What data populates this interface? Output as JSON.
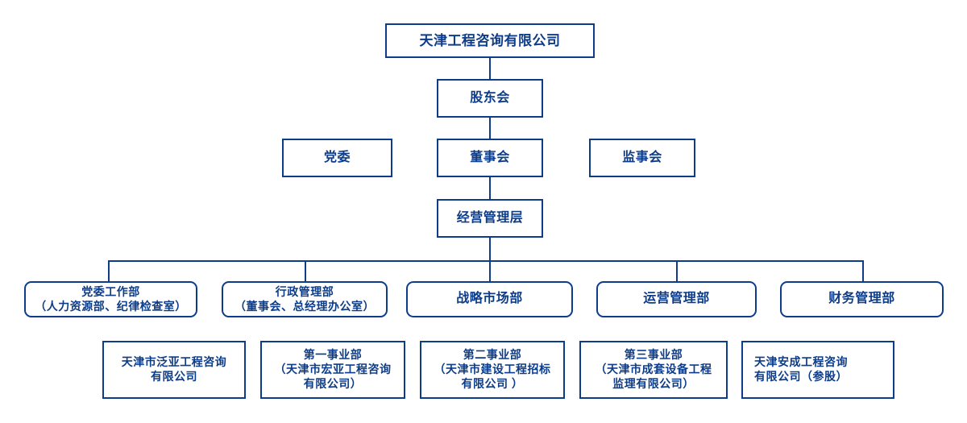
{
  "meta": {
    "title": "天津工程咨询有限公司 组织架构图",
    "accent_color": "#0d3c88",
    "background_color": "#ffffff"
  },
  "chart_data": {
    "type": "diagram",
    "diagram_kind": "org-chart",
    "title": "天津工程咨询有限公司组织结构图",
    "levels": [
      {
        "name": "company",
        "nodes": [
          "天津工程咨询有限公司"
        ]
      },
      {
        "name": "shareholders",
        "nodes": [
          "股东会"
        ]
      },
      {
        "name": "governance",
        "nodes": [
          "党委",
          "董事会",
          "监事会"
        ]
      },
      {
        "name": "management",
        "nodes": [
          "经营管理层"
        ]
      },
      {
        "name": "departments",
        "nodes": [
          "党委工作部（人力资源部、纪律检查室）",
          "行政管理部（董事会、总经理办公室）",
          "战略市场部",
          "运营管理部",
          "财务管理部"
        ]
      },
      {
        "name": "subsidiaries",
        "nodes": [
          "天津市泛亚工程咨询有限公司",
          "第一事业部（天津市宏亚工程咨询有限公司）",
          "第二事业部（天津市建设工程招标有限公司 ）",
          "第三事业部（天津市成套设备工程监理有限公司）",
          "天津安成工程咨询有限公司（参股）"
        ]
      }
    ],
    "edges": [
      [
        "天津工程咨询有限公司",
        "股东会"
      ],
      [
        "股东会",
        "董事会"
      ],
      [
        "董事会",
        "经营管理层"
      ],
      [
        "经营管理层",
        "党委工作部（人力资源部、纪律检查室）"
      ],
      [
        "经营管理层",
        "行政管理部（董事会、总经理办公室）"
      ],
      [
        "经营管理层",
        "战略市场部"
      ],
      [
        "经营管理层",
        "运营管理部"
      ],
      [
        "经营管理层",
        "财务管理部"
      ]
    ]
  },
  "nodes": {
    "company": {
      "label": "天津工程咨询有限公司"
    },
    "shareholders": {
      "label": "股东会"
    },
    "party_committee": {
      "label": "党委"
    },
    "board": {
      "label": "董事会"
    },
    "supervisors": {
      "label": "监事会"
    },
    "management": {
      "label": "经营管理层"
    },
    "dept_party": {
      "label": "党委工作部\n（人力资源部、纪律检查室）"
    },
    "dept_admin": {
      "label": "行政管理部\n（董事会、总经理办公室）"
    },
    "dept_strategy": {
      "label": "战略市场部"
    },
    "dept_operations": {
      "label": "运营管理部"
    },
    "dept_finance": {
      "label": "财务管理部"
    },
    "sub_panya": {
      "label": "天津市泛亚工程咨询\n有限公司"
    },
    "sub_unit1": {
      "label": "第一事业部\n（天津市宏亚工程咨询\n有限公司）"
    },
    "sub_unit2": {
      "label": "第二事业部\n（天津市建设工程招标\n有限公司 ）"
    },
    "sub_unit3": {
      "label": "第三事业部\n（天津市成套设备工程\n监理有限公司）"
    },
    "sub_ancheng": {
      "label": "天津安成工程咨询\n有限公司（参股）"
    }
  }
}
